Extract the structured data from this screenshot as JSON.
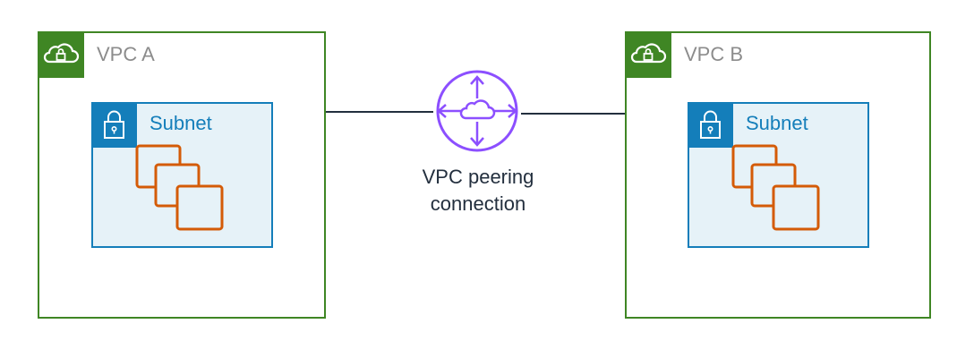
{
  "diagram": {
    "vpc_a": {
      "title": "VPC A",
      "subnet_title": "Subnet"
    },
    "vpc_b": {
      "title": "VPC B",
      "subnet_title": "Subnet"
    },
    "peering": {
      "label_line1": "VPC peering",
      "label_line2": "connection"
    }
  },
  "colors": {
    "vpc_border": "#3f8624",
    "subnet_border": "#147eba",
    "subnet_fill": "#e6f2f8",
    "instance": "#d45b07",
    "peering_icon": "#8c4fff",
    "vpc_title_text": "#8c8c8c",
    "connector_line": "#232f3e"
  },
  "icons": {
    "vpc_badge": "vpc-cloud-lock-icon",
    "subnet_badge": "padlock-icon",
    "instances": "ec2-instances-icon",
    "peering": "vpc-peering-router-icon"
  }
}
